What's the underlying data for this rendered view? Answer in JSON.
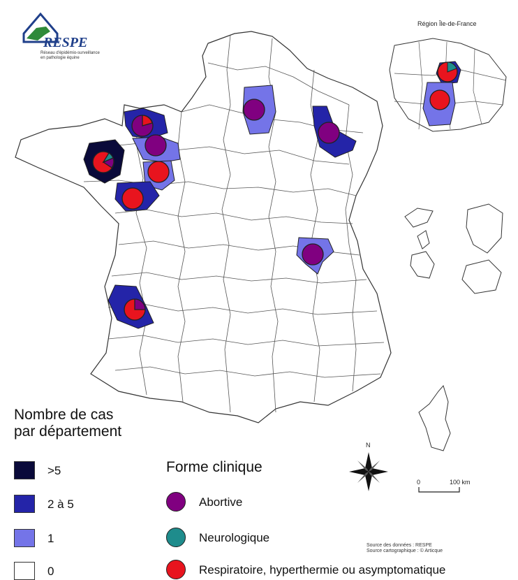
{
  "logo": {
    "name": "RESPE",
    "subtitle": "Réseau d'épidémio-surveillance\nen pathologie équine"
  },
  "inset": {
    "title": "Région Île-de-France"
  },
  "legend_count": {
    "title_line1": "Nombre de cas",
    "title_line2": "par département",
    "classes": [
      {
        "label": ">5",
        "color": "#0a0a3a"
      },
      {
        "label": "2 à 5",
        "color": "#2424a8"
      },
      {
        "label": "1",
        "color": "#7474e8"
      },
      {
        "label": "0",
        "color": "#ffffff"
      }
    ]
  },
  "legend_form": {
    "title": "Forme clinique",
    "items": [
      {
        "label": "Abortive",
        "color": "#800080"
      },
      {
        "label": "Neurologique",
        "color": "#1e8c8c"
      },
      {
        "label": "Respiratoire, hyperthermie ou asymptomatique",
        "color": "#e8141e"
      }
    ]
  },
  "north_label": "N",
  "scale": {
    "start": "0",
    "end": "100 km"
  },
  "source": {
    "line1": "Source des données : RESPE",
    "line2": "Source cartographique : © Articque"
  }
}
